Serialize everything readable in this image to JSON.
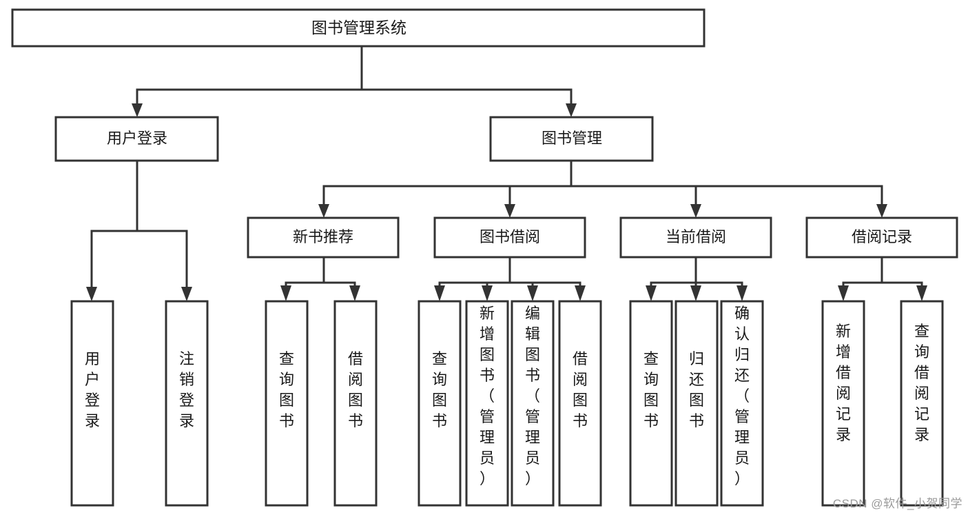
{
  "diagram": {
    "type": "tree",
    "title": "图书管理系统",
    "root": {
      "label": "图书管理系统"
    },
    "level2": [
      {
        "label": "用户登录"
      },
      {
        "label": "图书管理"
      }
    ],
    "level3": [
      {
        "label": "新书推荐"
      },
      {
        "label": "图书借阅"
      },
      {
        "label": "当前借阅"
      },
      {
        "label": "借阅记录"
      }
    ],
    "leaves": {
      "user_login": [
        {
          "label": "用户登录"
        },
        {
          "label": "注销登录"
        }
      ],
      "new_book_recommend": [
        {
          "label": "查询图书"
        },
        {
          "label": "借阅图书"
        }
      ],
      "book_borrow": [
        {
          "label": "查询图书"
        },
        {
          "label": "新增图书（管理员）"
        },
        {
          "label": "编辑图书（管理员）"
        },
        {
          "label": "借阅图书"
        }
      ],
      "current_borrow": [
        {
          "label": "查询图书"
        },
        {
          "label": "归还图书"
        },
        {
          "label": "确认归还（管理员）"
        }
      ],
      "borrow_record": [
        {
          "label": "新增借阅记录"
        },
        {
          "label": "查询借阅记录"
        }
      ]
    },
    "colors": {
      "box_stroke": "#333333",
      "box_fill": "#ffffff",
      "text": "#1a1a1a",
      "watermark": "#9a9a9a"
    }
  },
  "watermark": {
    "text": "CSDN @软件_小贺同学"
  }
}
